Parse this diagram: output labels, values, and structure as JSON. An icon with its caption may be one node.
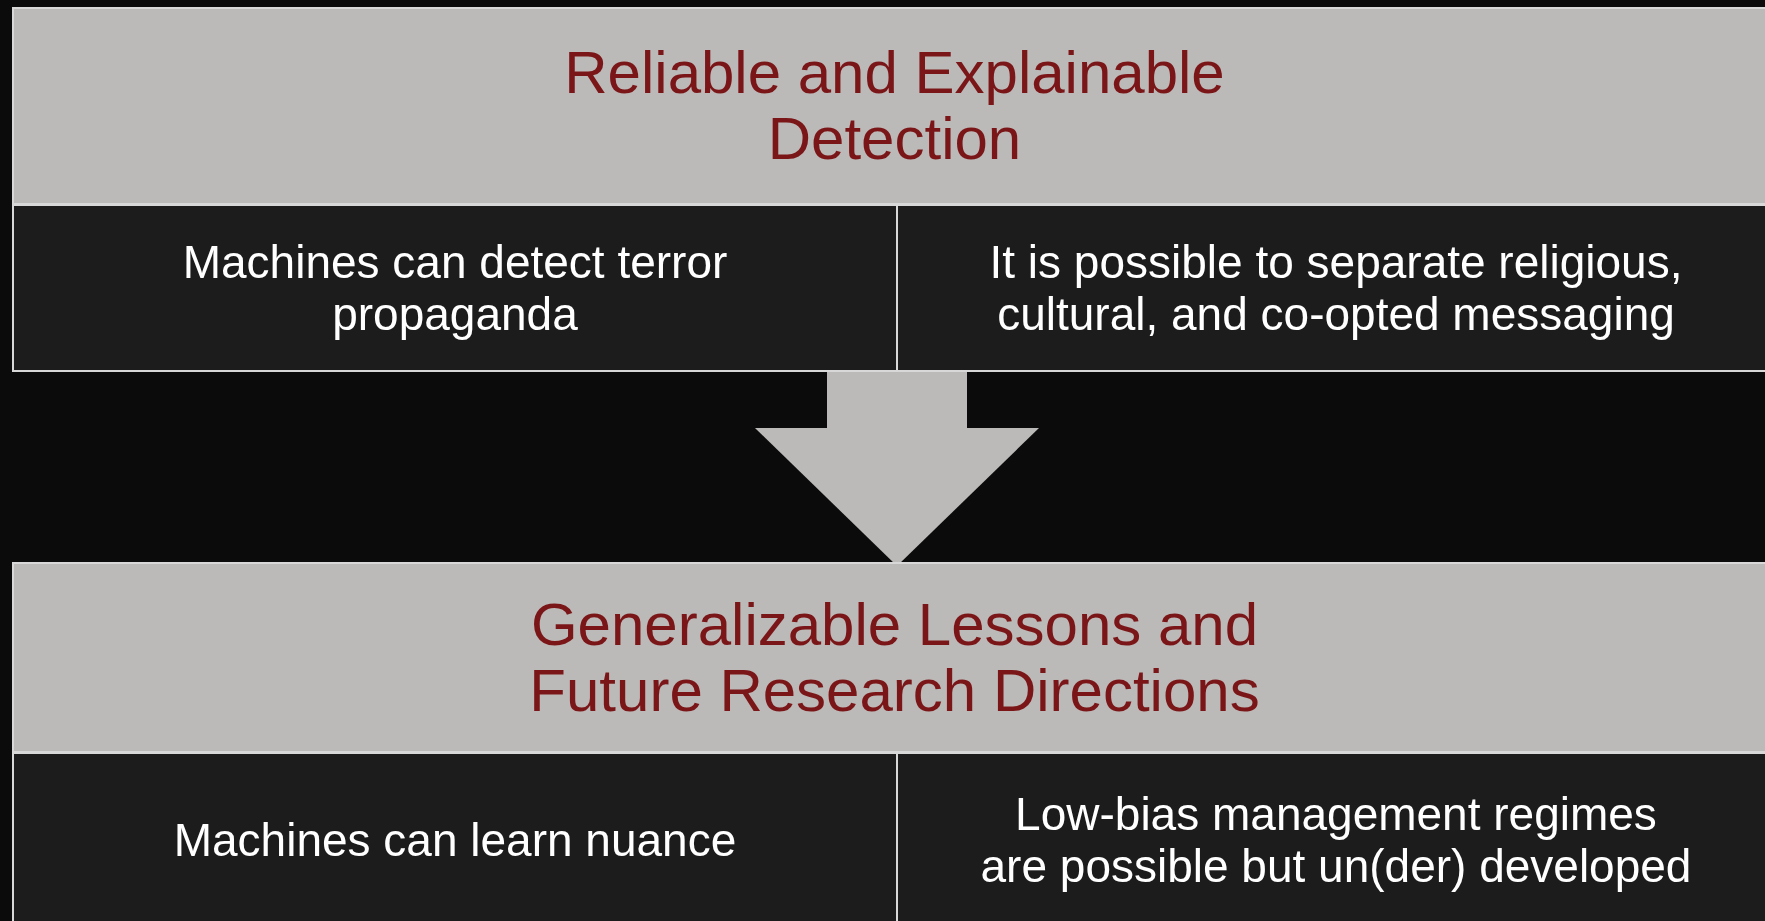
{
  "diagram": {
    "nodes": [
      {
        "text": [
          "Reliable and Explainable Detection"
        ]
      },
      {
        "text": [
          "Machines can detect terror propaganda"
        ]
      },
      {
        "text": [
          "It is possible to separate religious, cultural, and co-opted messaging"
        ]
      },
      {
        "text": [
          "Generalizable Lessons and Future Research Directions"
        ]
      },
      {
        "text": [
          "Machines can learn nuance"
        ]
      },
      {
        "text": [
          "Low-bias management regimes are possible but un(der) developed"
        ]
      }
    ],
    "edges": [
      {
        "from": 1,
        "to": 3,
        "arrow": "to"
      },
      {
        "from": 2,
        "to": 3,
        "arrow": "to"
      }
    ]
  }
}
